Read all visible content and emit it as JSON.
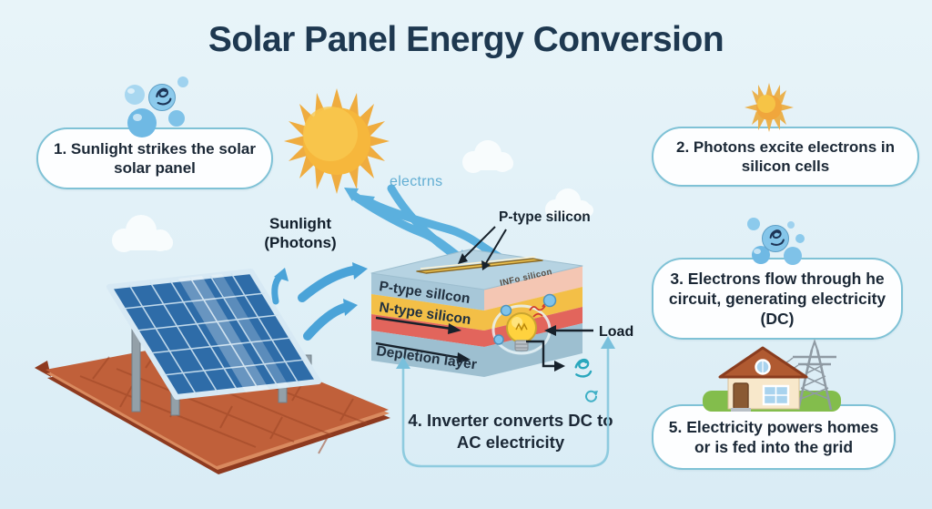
{
  "title": "Solar Panel Energy Conversion",
  "steps": [
    {
      "label": "1. Sunlight strikes the solar solar panel"
    },
    {
      "label": "2. Photons excite electrons in silicon cells"
    },
    {
      "label": "3. Electrons flow through he circuit, generating electricity (DC)"
    },
    {
      "label": "4. Inverter converts DC to AC electricity"
    },
    {
      "label": "5. Electricity powers homes or is fed into the grid"
    }
  ],
  "diagram_labels": {
    "electrons": "electrns",
    "sunlight_line1": "Sunlight",
    "sunlight_line2": "(Photons)",
    "p_type_callout": "P-type silicon",
    "p_type_layer": "P-type sillcon",
    "n_type_layer": "N-type silicon",
    "depletion_layer": "Depletion layer",
    "side_face_text": "INFo silicon",
    "load": "Load"
  },
  "colors": {
    "background": "#e2f1f8",
    "title_text": "#1e3850",
    "body_text": "#1b2836",
    "box_border": "#7fc2d6",
    "box_fill": "#fdfeff",
    "arrow_blue": "#55abde",
    "bracket_blue": "#8ecbdf",
    "sun_core": "#f6b73c",
    "sun_rays": "#efac3f",
    "electron_bubble": "#7fc2e8",
    "electron_label_text": "#62aed3",
    "p_layer": "#a7c7d8",
    "n_layer": "#f3bf47",
    "red_layer": "#e2655c",
    "depletion_layer_color": "#9dbfd0",
    "side_pink_layer": "#f4c6b3",
    "roof": "#c0603a",
    "panel": "#2e6ca8",
    "grass": "#83bd4c",
    "bulb": "#ffd23e"
  }
}
